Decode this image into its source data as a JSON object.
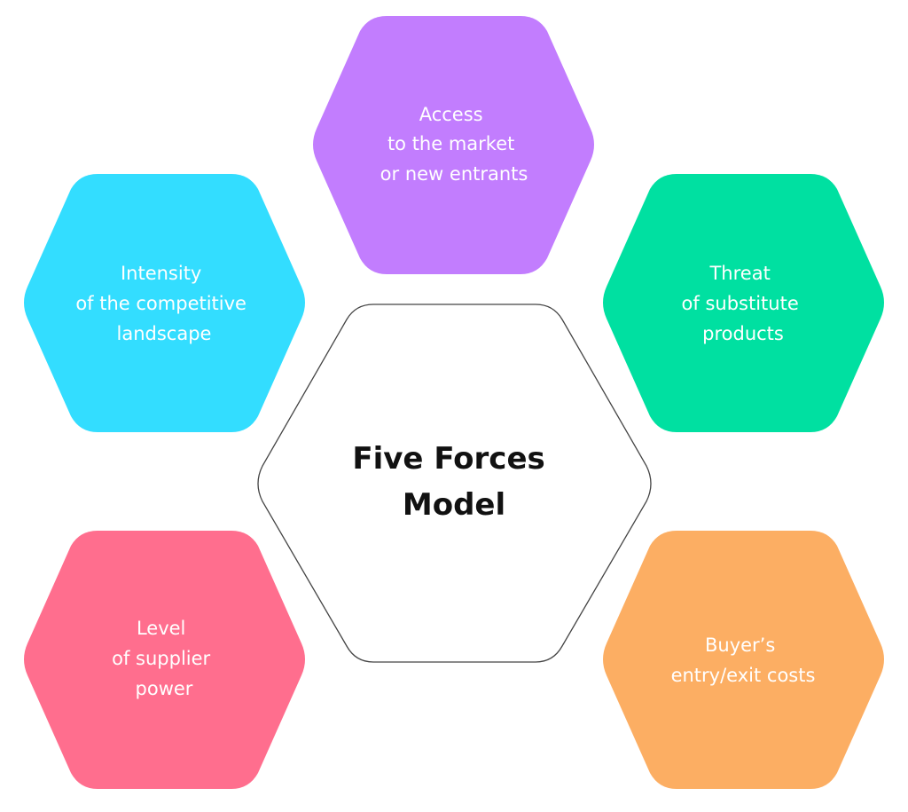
{
  "center": {
    "title_lines": [
      "Five Forces",
      "Model"
    ]
  },
  "forces": [
    {
      "key": "new-entrants",
      "lines": [
        "Access",
        "to the market",
        "or new entrants"
      ],
      "color": "#C27DFE"
    },
    {
      "key": "competitive-landscape",
      "lines": [
        "Intensity",
        "of the competitive",
        "landscape"
      ],
      "color": "#33DDFF"
    },
    {
      "key": "substitute-products",
      "lines": [
        "Threat",
        "of substitute",
        "products"
      ],
      "color": "#00E0A1"
    },
    {
      "key": "supplier-power",
      "lines": [
        "Level",
        "of supplier",
        "power"
      ],
      "color": "#FF6E8E"
    },
    {
      "key": "buyer-costs",
      "lines": [
        "Buyer’s",
        "entry/exit costs"
      ],
      "color": "#FCAE63"
    }
  ]
}
